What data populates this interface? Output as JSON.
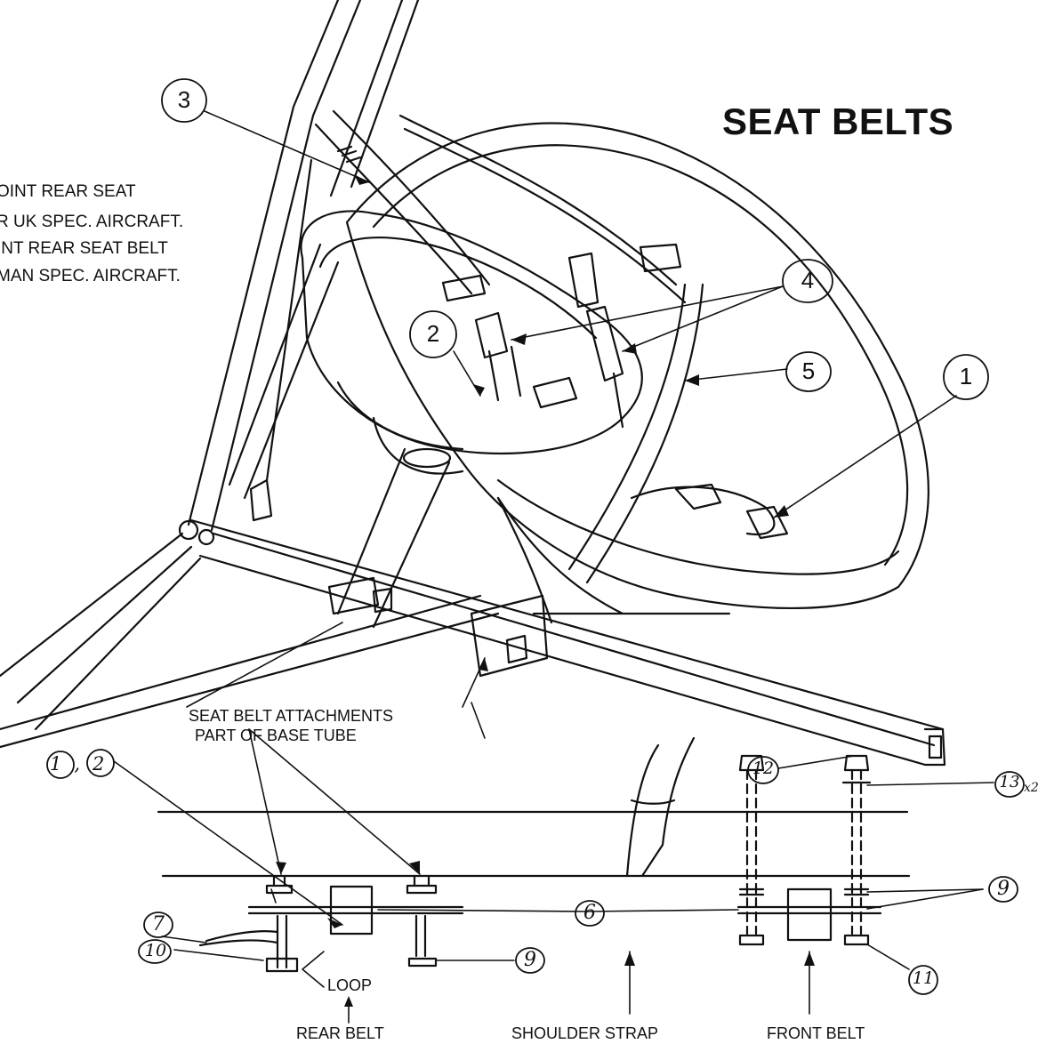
{
  "title": "SEAT BELTS",
  "note_lines": [
    "OINT REAR SEAT",
    "R UK SPEC. AIRCRAFT.",
    "INT REAR SEAT BELT",
    "MAN SPEC. AIRCRAFT."
  ],
  "labels": {
    "seat_belt_attachments": "SEAT BELT ATTACHMENTS",
    "part_of_base_tube": "PART OF BASE TUBE",
    "loop": "LOOP",
    "rear_belt": "REAR BELT",
    "shoulder_strap": "SHOULDER STRAP",
    "front_belt": "FRONT BELT"
  },
  "callouts": {
    "c1": "1",
    "c2": "2",
    "c3": "3",
    "c4": "4",
    "c5": "5",
    "c6": "6",
    "c7": "7",
    "c9a": "9",
    "c9b": "9",
    "c10": "10",
    "c11": "11",
    "c12": "12",
    "c13": "13",
    "c13_qty": "x2",
    "c1_2": "1,2"
  },
  "colors": {
    "ink": "#111111",
    "paper": "#ffffff"
  }
}
